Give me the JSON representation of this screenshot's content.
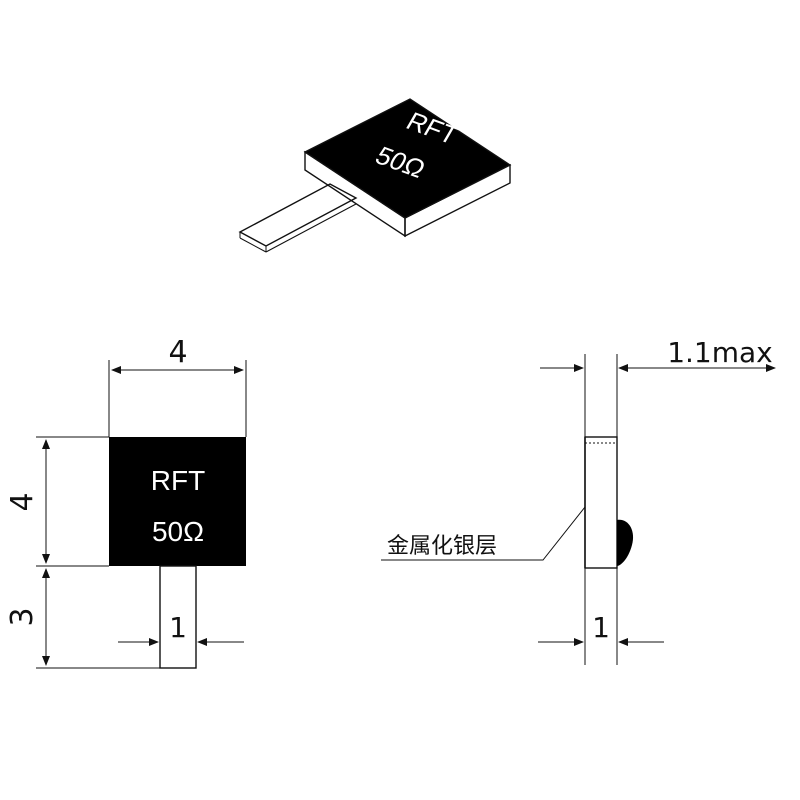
{
  "component": {
    "marking_line1": "RFT",
    "marking_line2": "50Ω"
  },
  "dimensions": {
    "body_width": "4",
    "body_height": "4",
    "lead_length": "3",
    "lead_width": "1",
    "thickness": "1.1max",
    "side_lead_width": "1"
  },
  "annotations": {
    "silver_layer": "金属化银层"
  },
  "colors": {
    "body": "#000000",
    "line": "#111111",
    "background": "#ffffff"
  }
}
